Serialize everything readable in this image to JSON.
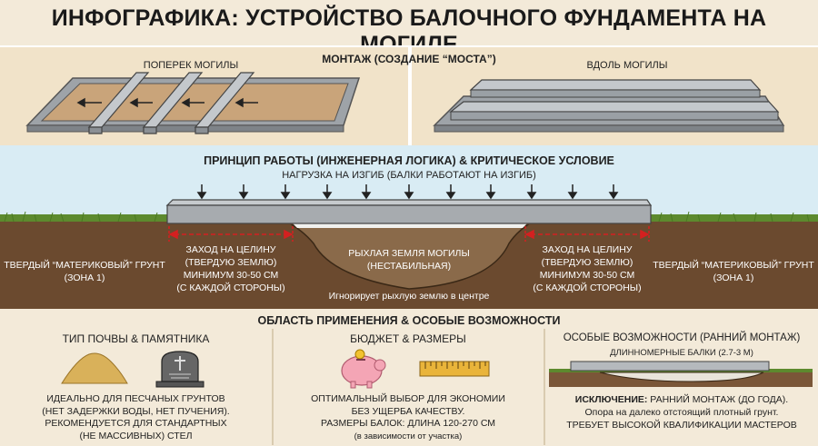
{
  "title": "ИНФОГРАФИКА: УСТРОЙСТВО БАЛОЧНОГО ФУНДАМЕНТА НА МОГИЛЕ",
  "mount": {
    "heading": "МОНТАЖ (СОЗДАНИЕ “МОСТА”)",
    "across": "ПОПЕРЕК МОГИЛЫ",
    "along": "ВДОЛЬ МОГИЛЫ"
  },
  "principle": {
    "heading": "ПРИНЦИП РАБОТЫ (ИНЖЕНЕРНАЯ ЛОГИКА) &  КРИТИЧЕСКОЕ УСЛОВИЕ",
    "load": "НАГРУЗКА НА ИЗГИБ (БАЛКИ РАБОТАЮТ НА ИЗГИБ)",
    "solid_left": [
      "ТВЕРДЫЙ “МАТЕРИКОВЫЙ” ГРУНТ",
      "(ЗОНА 1)"
    ],
    "solid_right": [
      "ТВЕРДЫЙ “МАТЕРИКОВЫЙ” ГРУНТ",
      "(ЗОНА 1)"
    ],
    "entry_left": [
      "ЗАХОД НА ЦЕЛИНУ",
      "(ТВЕРДУЮ ЗЕМЛЮ)",
      "МИНИМУМ 30-50 СМ",
      "(С КАЖДОЙ СТОРОНЫ)"
    ],
    "entry_right": [
      "ЗАХОД НА ЦЕЛИНУ",
      "(ТВЕРДУЮ ЗЕМЛЮ)",
      "МИНИМУМ 30-50 СМ",
      "(С КАЖДОЙ СТОРОНЫ)"
    ],
    "loose": [
      "РЫХЛАЯ ЗЕМЛЯ МОГИЛЫ",
      "(НЕСТАБИЛЬНАЯ)"
    ],
    "ignore": "Игнорирует рыхлую землю в центре"
  },
  "apps": {
    "heading": "ОБЛАСТЬ ПРИМЕНЕНИЯ & ОСОБЫЕ ВОЗМОЖНОСТИ",
    "soil": {
      "title": "ТИП ПОЧВЫ & ПАМЯТНИКА",
      "lines": [
        "ИДЕАЛЬНО ДЛЯ ПЕСЧАНЫХ ГРУНТОВ",
        "(НЕТ ЗАДЕРЖКИ ВОДЫ, НЕТ ПУЧЕНИЯ).",
        "РЕКОМЕНДУЕТСЯ ДЛЯ СТАНДАРТНЫХ",
        "(НЕ МАССИВНЫХ) СТЕЛ"
      ]
    },
    "budget": {
      "title": "БЮДЖЕТ & РАЗМЕРЫ",
      "lines": [
        "ОПТИМАЛЬНЫЙ ВЫБОР ДЛЯ ЭКОНОМИИ",
        "БЕЗ УЩЕРБА КАЧЕСТВУ.",
        "РАЗМЕРЫ БАЛОК: ДЛИНА 120-270 СМ",
        "(в зависимости от участка)"
      ]
    },
    "special": {
      "title": "ОСОБЫЕ ВОЗМОЖНОСТИ (РАННИЙ МОНТАЖ)",
      "beams": "ДЛИННОМЕРНЫЕ БАЛКИ (2.7-3 М)",
      "exception_bold": "ИСКЛЮЧЕНИЕ:",
      "exception_rest": " РАННИЙ МОНТАЖ (ДО ГОДА).",
      "line2": "Опора на далеко отстоящий плотный грунт.",
      "line3": "ТРЕБУЕТ ВЫСОКОЙ КВАЛИФИКАЦИИ МАСТЕРОВ"
    }
  },
  "colors": {
    "soil": "#6b4a2f",
    "grass": "#5d8a2e",
    "sky": "#d9ecf4",
    "beam": "#b8bcc0",
    "red": "#d42020",
    "sand": "#e8ddc3"
  }
}
